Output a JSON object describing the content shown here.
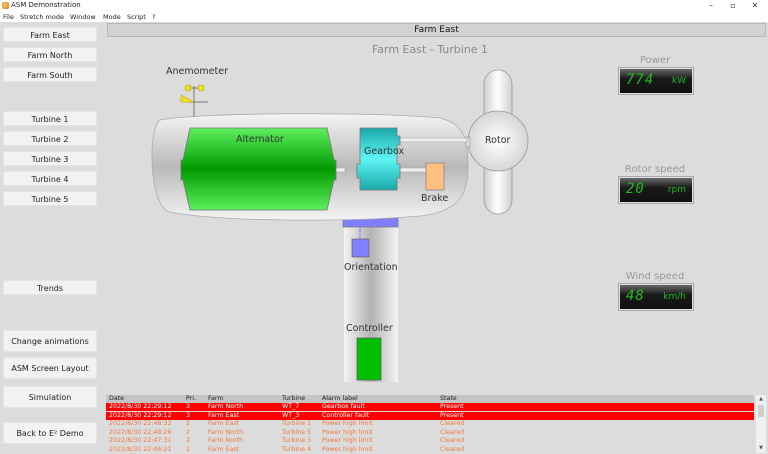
{
  "window": {
    "title": "ASM Demonstration",
    "controls": {
      "minimize": "–",
      "maximize": "▫",
      "close": "✕"
    }
  },
  "menu": [
    "File",
    "Stretch mode",
    "Window",
    "Mode",
    "Script",
    "?"
  ],
  "sidebar": {
    "farms": [
      "Farm East",
      "Farm North",
      "Farm South"
    ],
    "turbines": [
      "Turbine 1",
      "Turbine 2",
      "Turbine 3",
      "Turbine 4",
      "Turbine 5"
    ],
    "trends": "Trends",
    "actions": [
      "Change animations",
      "ASM Screen Layout",
      "Simulation",
      "Back to E² Demo"
    ]
  },
  "header": {
    "farm": "Farm East",
    "subtitle": "Farm East - Turbine 1"
  },
  "diagram": {
    "anemometer": "Anemometer",
    "alternator": "Alternator",
    "gearbox": "Gearbox",
    "brake": "Brake",
    "rotor": "Rotor",
    "orientation": "Orientation",
    "controller": "Controller",
    "colors": {
      "alternator": "#3ddc3d",
      "gearbox": "#2fd0d0",
      "brake": "#ffbf80",
      "orientation": "#7f7fff",
      "controller": "#00c000",
      "anemometer": "#f0e020"
    }
  },
  "gauges": {
    "power": {
      "title": "Power",
      "value": "774",
      "unit": "kW"
    },
    "rotor_speed": {
      "title": "Rotor speed",
      "value": "20",
      "unit": "rpm"
    },
    "wind_speed": {
      "title": "Wind speed",
      "value": "48",
      "unit": "km/h"
    }
  },
  "alarms": {
    "columns": [
      "Date",
      "Pri.",
      "Farm",
      "Turbine",
      "Alarm label",
      "State"
    ],
    "rows": [
      {
        "date": "2022/8/30 22:29:12",
        "pri": "3",
        "farm": "Farm North",
        "turbine": "WT_7",
        "label": "Gearbox fault",
        "state": "Present"
      },
      {
        "date": "2022/8/30 22:29:12",
        "pri": "3",
        "farm": "Farm East",
        "turbine": "WT_3",
        "label": "Controller fault",
        "state": "Present"
      },
      {
        "date": "2022/8/30 22:48:32",
        "pri": "2",
        "farm": "Farm East",
        "turbine": "Turbine 1",
        "label": "Power high limit",
        "state": "Cleared"
      },
      {
        "date": "2022/8/30 22:48:26",
        "pri": "2",
        "farm": "Farm North",
        "turbine": "Turbine 5",
        "label": "Power high limit",
        "state": "Cleared"
      },
      {
        "date": "2022/8/30 22:47:31",
        "pri": "2",
        "farm": "Farm North",
        "turbine": "Turbine 3",
        "label": "Power high limit",
        "state": "Cleared"
      },
      {
        "date": "2022/8/30 22:46:21",
        "pri": "2",
        "farm": "Farm East",
        "turbine": "Turbine 4",
        "label": "Power high limit",
        "state": "Cleared"
      }
    ]
  }
}
